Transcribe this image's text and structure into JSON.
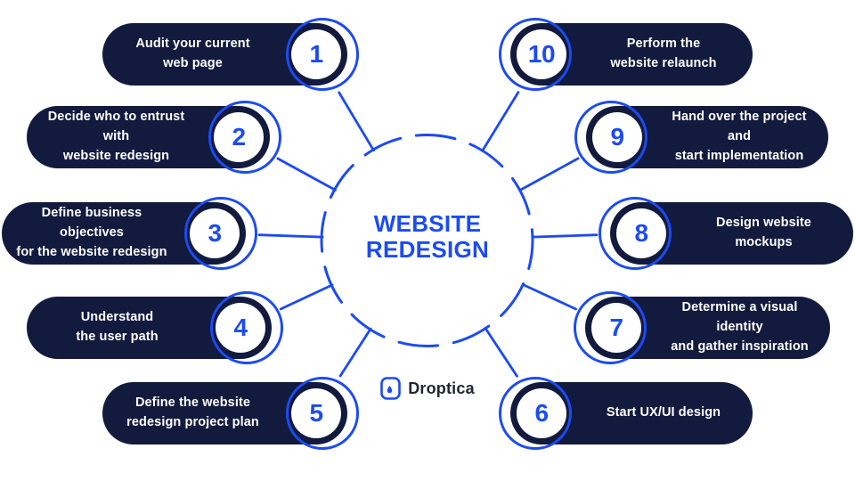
{
  "colors": {
    "navy": "#121A3E",
    "blue": "#1C4BF2",
    "brand_text": "#1E2531",
    "background": "#FFFFFF"
  },
  "hub": {
    "title_line1": "WEBSITE",
    "title_line2": "REDESIGN"
  },
  "brand": {
    "name": "Droptica",
    "mark": "droplet-in-rounded-square-icon"
  },
  "steps": [
    {
      "number": "1",
      "line1": "Audit your current",
      "line2": "web page"
    },
    {
      "number": "2",
      "line1": "Decide who to entrust with",
      "line2": "website redesign"
    },
    {
      "number": "3",
      "line1": "Define business objectives",
      "line2": "for the website redesign"
    },
    {
      "number": "4",
      "line1": "Understand",
      "line2": "the user path"
    },
    {
      "number": "5",
      "line1": "Define the website",
      "line2": "redesign project plan"
    },
    {
      "number": "6",
      "line1": "Start UX/UI design",
      "line2": ""
    },
    {
      "number": "7",
      "line1": "Determine a visual identity",
      "line2": "and gather inspiration"
    },
    {
      "number": "8",
      "line1": "Design website",
      "line2": "mockups"
    },
    {
      "number": "9",
      "line1": "Hand over the project and",
      "line2": "start implementation"
    },
    {
      "number": "10",
      "line1": "Perform the",
      "line2": "website relaunch"
    }
  ]
}
